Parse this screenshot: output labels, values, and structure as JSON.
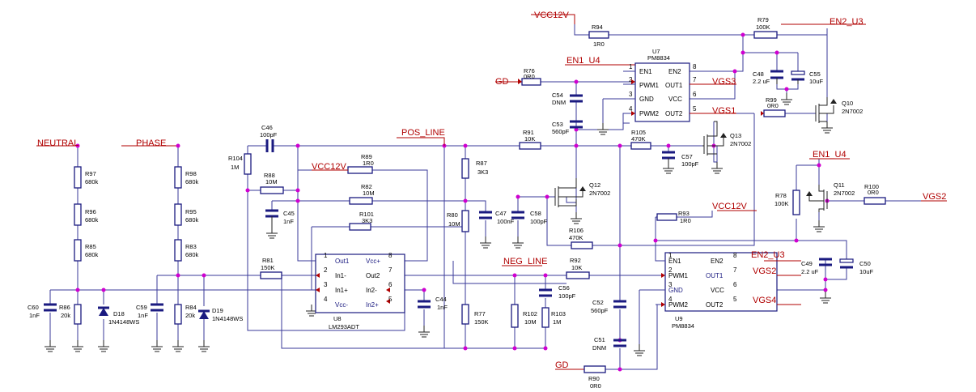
{
  "nets": {
    "vcc12v_top": "VCC12V",
    "en2_u3_top": "EN2_U3",
    "en1_u4_top": "EN1_U4",
    "gd_top": "GD",
    "vgs3": "VGS3",
    "vgs1": "VGS1",
    "neutral": "NEUTRAL",
    "phase": "PHASE",
    "pos_line": "POS_LINE",
    "vcc12v_mid": "VCC12V",
    "en1_u4_right": "EN1_U4",
    "vgs2_right": "VGS2",
    "vcc12v_right": "VCC12V",
    "en2_u3_right": "EN2_U3",
    "neg_line": "NEG_LINE",
    "vgs2": "VGS2",
    "vgs4": "VGS4",
    "gd_bottom": "GD"
  },
  "resistors": [
    {
      "ref": "R94",
      "value": "1R0"
    },
    {
      "ref": "R79",
      "value": "100K"
    },
    {
      "ref": "R76",
      "value": "0R0"
    },
    {
      "ref": "R99",
      "value": "0R0"
    },
    {
      "ref": "R91",
      "value": "10K"
    },
    {
      "ref": "R105",
      "value": "470K"
    },
    {
      "ref": "R104",
      "value": "1M"
    },
    {
      "ref": "R88",
      "value": "10M"
    },
    {
      "ref": "R89",
      "value": "1R0"
    },
    {
      "ref": "R82",
      "value": "10M"
    },
    {
      "ref": "R101",
      "value": "3K3"
    },
    {
      "ref": "R87",
      "value": "3K3"
    },
    {
      "ref": "R80",
      "value": "10M"
    },
    {
      "ref": "R97",
      "value": "680k"
    },
    {
      "ref": "R96",
      "value": "680k"
    },
    {
      "ref": "R85",
      "value": "680k"
    },
    {
      "ref": "R98",
      "value": "680k"
    },
    {
      "ref": "R95",
      "value": "680k"
    },
    {
      "ref": "R83",
      "value": "680k"
    },
    {
      "ref": "R81",
      "value": "150K"
    },
    {
      "ref": "R86",
      "value": "20k"
    },
    {
      "ref": "R84",
      "value": "20k"
    },
    {
      "ref": "R77",
      "value": "150K"
    },
    {
      "ref": "R106",
      "value": "470K"
    },
    {
      "ref": "R92",
      "value": "10K"
    },
    {
      "ref": "R102",
      "value": "10M"
    },
    {
      "ref": "R103",
      "value": "1M"
    },
    {
      "ref": "R93",
      "value": "1R0"
    },
    {
      "ref": "R78",
      "value": "100K"
    },
    {
      "ref": "R100",
      "value": "0R0"
    },
    {
      "ref": "R90",
      "value": "0R0"
    }
  ],
  "capacitors": [
    {
      "ref": "C48",
      "value": "2.2 uF"
    },
    {
      "ref": "C55",
      "value": "10uF"
    },
    {
      "ref": "C54",
      "value": "DNM"
    },
    {
      "ref": "C53",
      "value": "560pF"
    },
    {
      "ref": "C57",
      "value": "100pF"
    },
    {
      "ref": "C46",
      "value": "100pF"
    },
    {
      "ref": "C45",
      "value": "1nF"
    },
    {
      "ref": "C47",
      "value": "100nF"
    },
    {
      "ref": "C58",
      "value": "100pF"
    },
    {
      "ref": "C60",
      "value": "1nF"
    },
    {
      "ref": "C59",
      "value": "1nF"
    },
    {
      "ref": "C44",
      "value": "1nF"
    },
    {
      "ref": "C56",
      "value": "100pF"
    },
    {
      "ref": "C52",
      "value": "560pF"
    },
    {
      "ref": "C51",
      "value": "DNM"
    },
    {
      "ref": "C49",
      "value": "2.2 uF"
    },
    {
      "ref": "C50",
      "value": "10uF"
    }
  ],
  "diodes": [
    {
      "ref": "D18",
      "value": "1N4148WS"
    },
    {
      "ref": "D19",
      "value": "1N4148WS"
    }
  ],
  "transistors": [
    {
      "ref": "Q10",
      "value": "2N7002"
    },
    {
      "ref": "Q13",
      "value": "2N7002"
    },
    {
      "ref": "Q12",
      "value": "2N7002"
    },
    {
      "ref": "Q11",
      "value": "2N7002"
    }
  ],
  "u7": {
    "ref": "U7",
    "part": "PM8834",
    "pins_left": [
      {
        "num": "1",
        "name": "EN1"
      },
      {
        "num": "2",
        "name": "PWM1"
      },
      {
        "num": "3",
        "name": "GND"
      },
      {
        "num": "4",
        "name": "PWM2"
      }
    ],
    "pins_right": [
      {
        "num": "8",
        "name": "EN2"
      },
      {
        "num": "7",
        "name": "OUT1"
      },
      {
        "num": "6",
        "name": "VCC"
      },
      {
        "num": "5",
        "name": "OUT2"
      }
    ]
  },
  "u9": {
    "ref": "U9",
    "part": "PM8834",
    "pins_left": [
      {
        "num": "1",
        "name": "EN1"
      },
      {
        "num": "2",
        "name": "PWM1"
      },
      {
        "num": "3",
        "name": "GND"
      },
      {
        "num": "4",
        "name": "PWM2"
      }
    ],
    "pins_right": [
      {
        "num": "8",
        "name": "EN2"
      },
      {
        "num": "7",
        "name": "OUT1"
      },
      {
        "num": "6",
        "name": "VCC"
      },
      {
        "num": "5",
        "name": "OUT2"
      }
    ]
  },
  "u8": {
    "ref": "U8",
    "part": "LM293ADT",
    "pins_left": [
      {
        "num": "1",
        "name": "Out1"
      },
      {
        "num": "2",
        "name": "In1-"
      },
      {
        "num": "3",
        "name": "In1+"
      },
      {
        "num": "4",
        "name": "Vcc-"
      }
    ],
    "pins_right": [
      {
        "num": "8",
        "name": "Vcc+"
      },
      {
        "num": "7",
        "name": "Out2"
      },
      {
        "num": "6",
        "name": "In2-"
      },
      {
        "num": "5",
        "name": "In2+"
      }
    ]
  }
}
